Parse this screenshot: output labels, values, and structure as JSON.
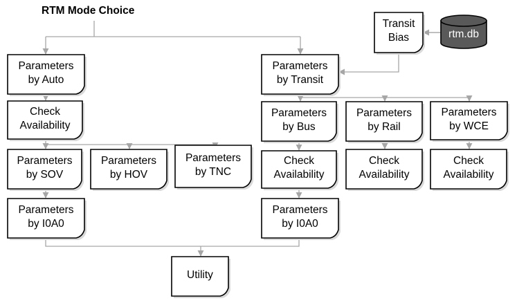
{
  "title": "RTM Mode Choice",
  "database": {
    "label": "rtm.db"
  },
  "nodes": {
    "transit_bias": "Transit\nBias",
    "params_auto": "Parameters\nby Auto",
    "check_auto": "Check\nAvailability",
    "params_sov": "Parameters\nby SOV",
    "params_hov": "Parameters\nby HOV",
    "params_tnc": "Parameters\nby TNC",
    "params_i0a0_auto": "Parameters\nby I0A0",
    "params_transit": "Parameters\nby Transit",
    "params_bus": "Parameters\nby Bus",
    "params_rail": "Parameters\nby Rail",
    "params_wce": "Parameters\nby WCE",
    "check_bus": "Check\nAvailability",
    "check_rail": "Check\nAvailability",
    "check_wce": "Check\nAvailability",
    "params_i0a0_transit": "Parameters\nby I0A0",
    "utility": "Utility"
  },
  "colors": {
    "line": "#a6a6a6",
    "box_border": "#000000",
    "database_fill": "#595959"
  }
}
